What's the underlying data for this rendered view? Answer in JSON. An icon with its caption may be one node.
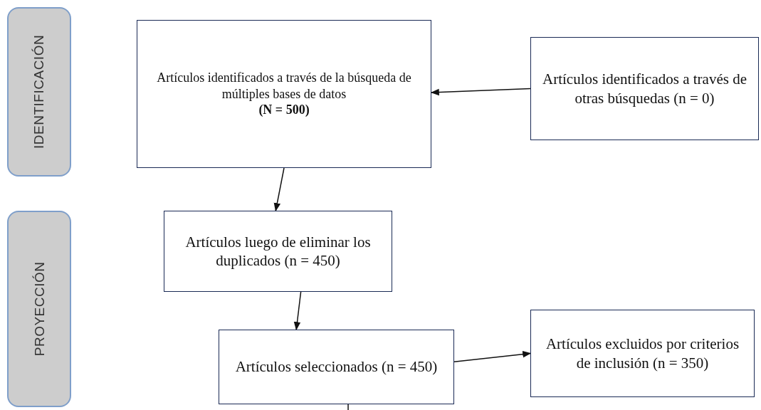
{
  "diagram": {
    "nodes": [
      {
        "text": [
          "IDENTIFICACIÓN"
        ]
      },
      {
        "text": [
          "PROYECCIÓN"
        ]
      },
      {
        "text": [
          "Artículos identificados a través de la búsqueda de múltiples bases de datos",
          "(N = 500)"
        ]
      },
      {
        "text": [
          "Artículos identificados a través de otras búsquedas (n = 0)"
        ]
      },
      {
        "text": [
          "Artículos luego de eliminar los duplicados (n = 450)"
        ]
      },
      {
        "text": [
          "Artículos seleccionados (n = 450)"
        ]
      },
      {
        "text": [
          "Artículos excluidos por criterios de inclusión (n = 350)"
        ]
      }
    ],
    "edges": [
      {
        "from": 3,
        "to": 2,
        "arrow": "to"
      },
      {
        "from": 2,
        "to": 4,
        "arrow": "to"
      },
      {
        "from": 4,
        "to": 5,
        "arrow": "to"
      },
      {
        "from": 5,
        "to": 6,
        "arrow": "to"
      },
      {
        "from": 5,
        "to": null,
        "arrow": "none"
      }
    ]
  }
}
